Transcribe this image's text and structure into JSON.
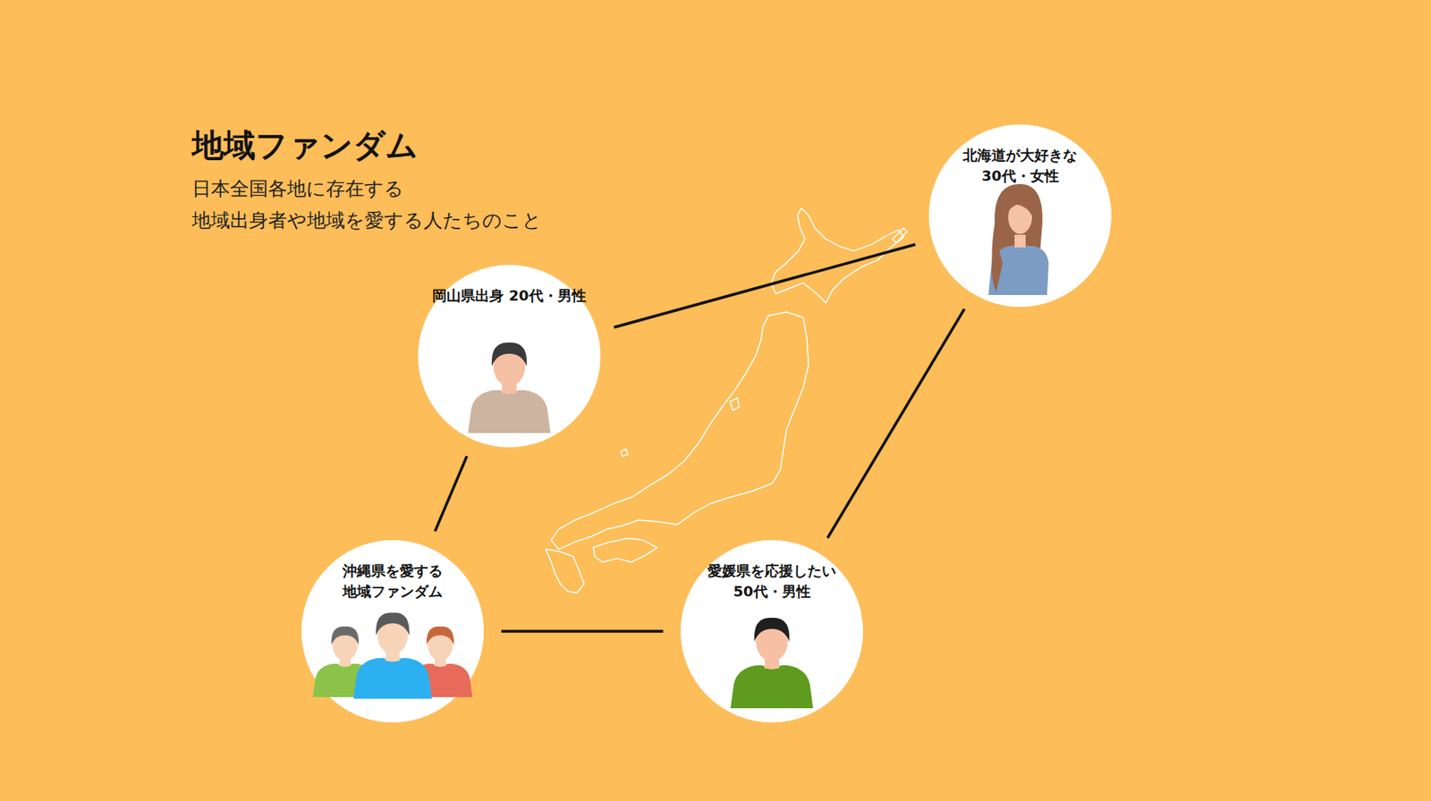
{
  "diagram": {
    "title": "地域ファンダム",
    "nodes": [
      {
        "text": [
          "北海道が大好きな 30代・女性"
        ]
      },
      {
        "text": [
          "岡山県出身 20代・男性"
        ]
      },
      {
        "text": [
          "沖縄県を愛する 地域ファンダム"
        ]
      },
      {
        "text": [
          "愛媛県を応援したい 50代・男性"
        ]
      }
    ],
    "edges": [
      {
        "from": 1,
        "to": 0,
        "arrow": "none"
      },
      {
        "from": 0,
        "to": 3,
        "arrow": "none"
      },
      {
        "from": 3,
        "to": 2,
        "arrow": "none"
      },
      {
        "from": 2,
        "to": 1,
        "arrow": "none"
      }
    ],
    "labels": [
      "日本全国各地に存在する",
      "地域出身者や地域を愛する人たちのこと"
    ]
  }
}
